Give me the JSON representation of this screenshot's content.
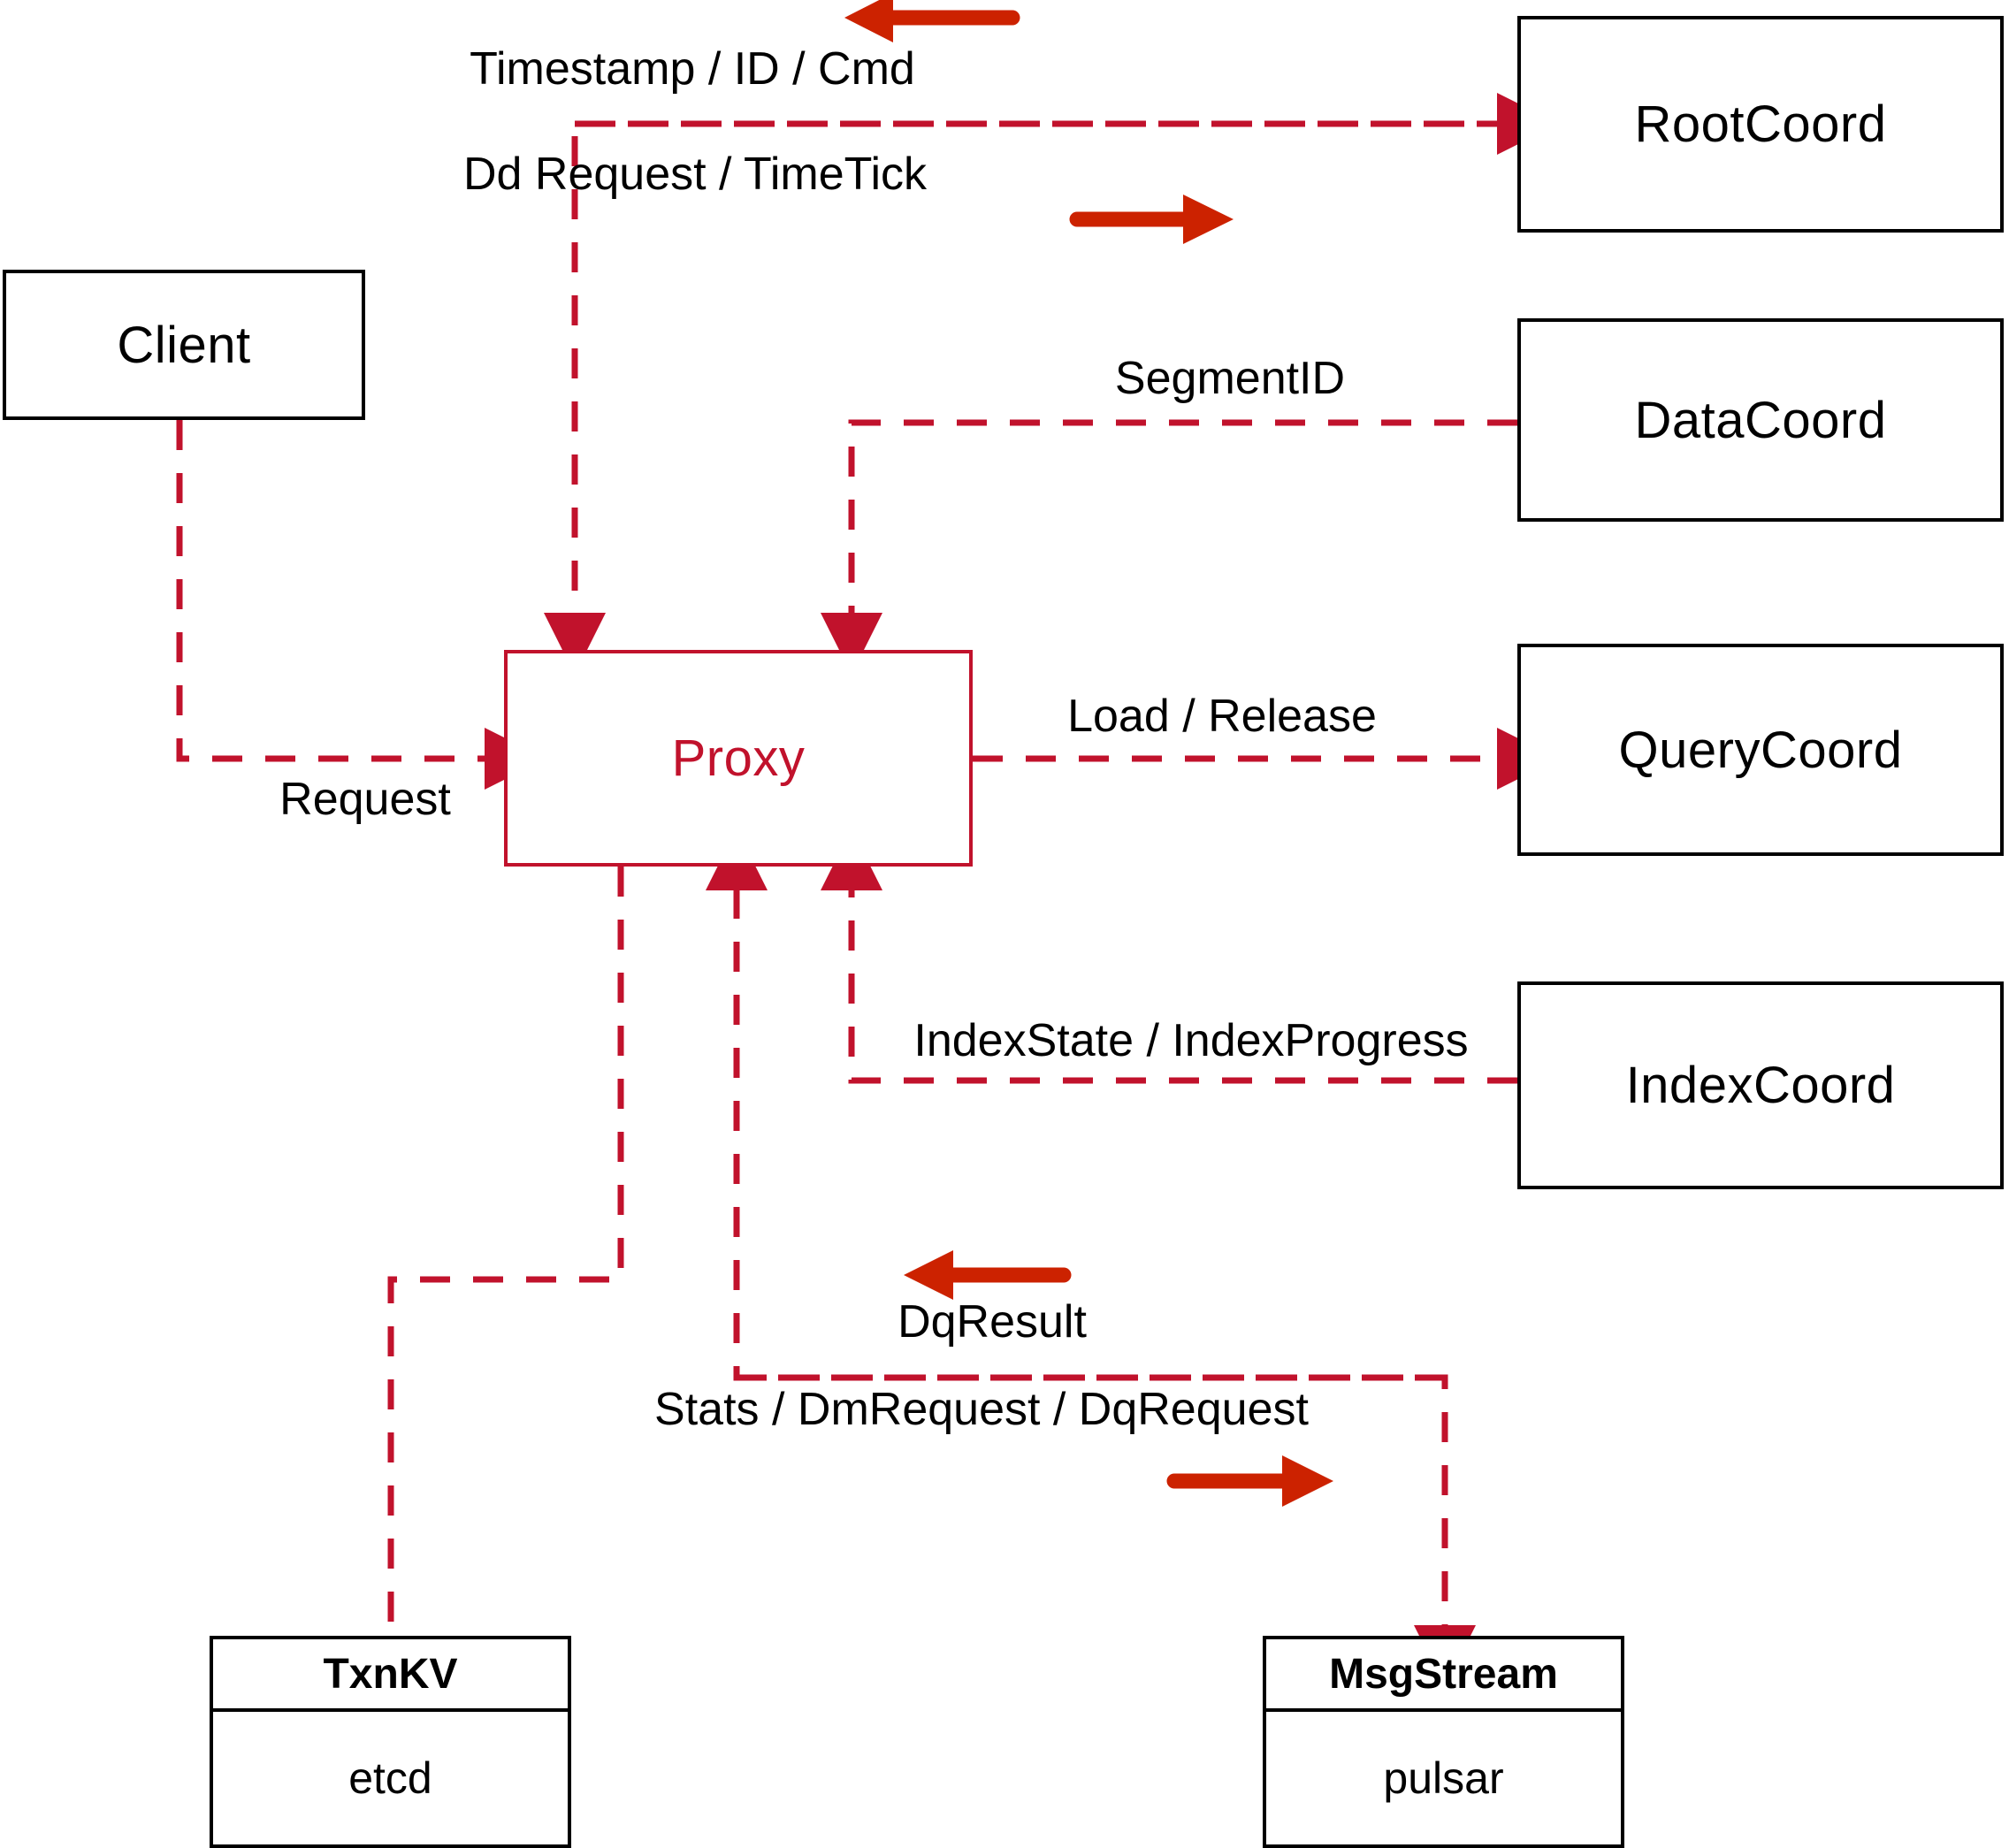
{
  "diagram": {
    "title": "Milvus Proxy component interaction diagram",
    "colors": {
      "accent_red": "#c1122c",
      "arrow_red": "#cc2200",
      "node_border": "#000000",
      "background": "#ffffff"
    },
    "nodes": [
      {
        "id": "client",
        "label": "Client",
        "style": "plain"
      },
      {
        "id": "proxy",
        "label": "Proxy",
        "style": "accent"
      },
      {
        "id": "rootcoord",
        "label": "RootCoord",
        "style": "plain"
      },
      {
        "id": "datacoord",
        "label": "DataCoord",
        "style": "plain"
      },
      {
        "id": "querycoord",
        "label": "QueryCoord",
        "style": "plain"
      },
      {
        "id": "indexcoord",
        "label": "IndexCoord",
        "style": "plain"
      },
      {
        "id": "txnkv",
        "label": "TxnKV",
        "sub": "etcd",
        "style": "stack"
      },
      {
        "id": "msgstream",
        "label": "MsgStream",
        "sub": "pulsar",
        "style": "stack"
      }
    ],
    "edges": [
      {
        "id": "e1",
        "label": "Timestamp / ID / Cmd",
        "from": "rootcoord",
        "to": "proxy",
        "direction": "left"
      },
      {
        "id": "e2",
        "label": "Dd Request / TimeTick",
        "from": "proxy",
        "to": "rootcoord",
        "direction": "right"
      },
      {
        "id": "e3",
        "label": "SegmentID",
        "from": "datacoord",
        "to": "proxy",
        "direction": "left"
      },
      {
        "id": "e4",
        "label": "Load / Release",
        "from": "proxy",
        "to": "querycoord",
        "direction": "right"
      },
      {
        "id": "e5",
        "label": "IndexState / IndexProgress",
        "from": "indexcoord",
        "to": "proxy",
        "direction": "left"
      },
      {
        "id": "e6",
        "label": "Request",
        "from": "client",
        "to": "proxy",
        "direction": "right"
      },
      {
        "id": "e7",
        "label": "DqResult",
        "from": "msgstream",
        "to": "proxy",
        "direction": "left"
      },
      {
        "id": "e8",
        "label": "Stats / DmRequest / DqRequest",
        "from": "proxy",
        "to": "msgstream",
        "direction": "right"
      },
      {
        "id": "e9",
        "label": "",
        "from": "proxy",
        "to": "txnkv",
        "direction": "none"
      }
    ]
  }
}
